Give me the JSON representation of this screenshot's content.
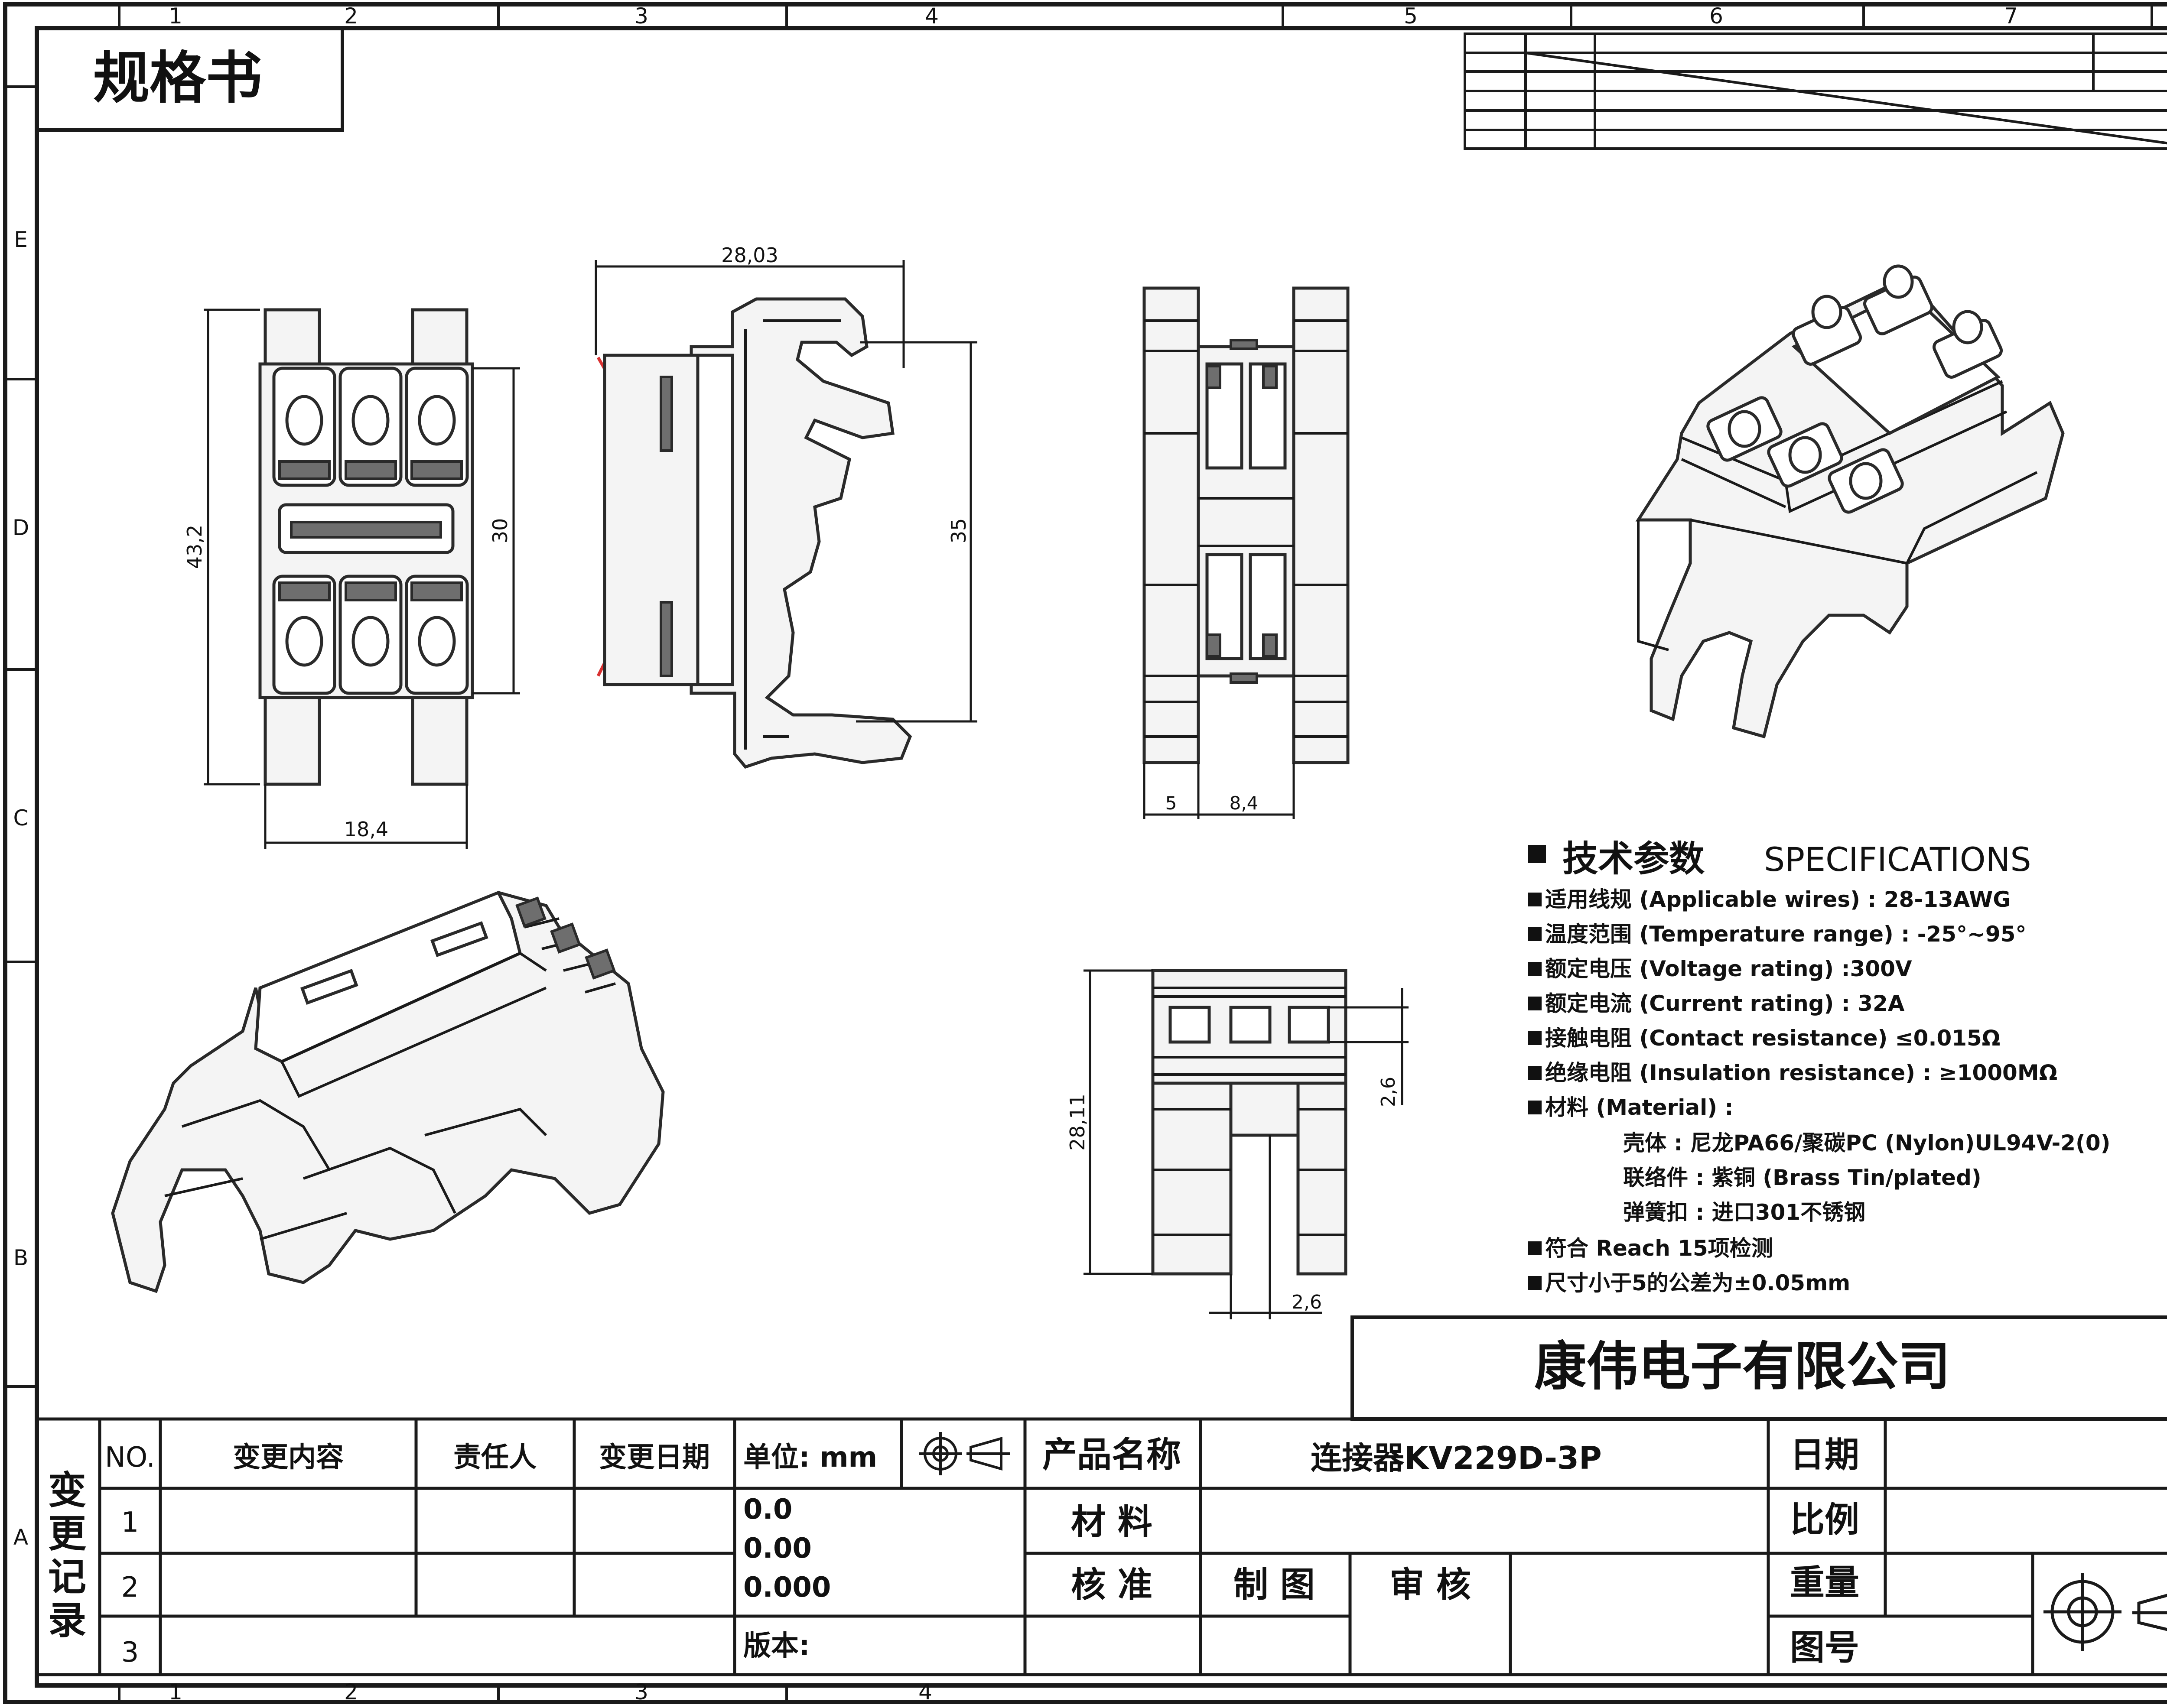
{
  "header": {
    "title": "规格书"
  },
  "zones": {
    "cols": [
      "1",
      "2",
      "3",
      "4",
      "5",
      "6",
      "7"
    ],
    "rows": [
      "E",
      "D",
      "C",
      "B",
      "A"
    ]
  },
  "dimensions": {
    "front_height": "43,2",
    "front_inner_height": "30",
    "front_width": "18,4",
    "side_depth": "28,03",
    "rail_width": "35",
    "top_offset": "5",
    "top_pitch": "8,4",
    "end_height": "28,11",
    "end_slot_height": "2,6",
    "end_slot_width": "2,6"
  },
  "specs": {
    "heading_zh": "技术参数",
    "heading_en": "SPECIFICATIONS",
    "items": [
      "适用线规 (Applicable wires) : 28-13AWG",
      "温度范围 (Temperature range) : -25°~95°",
      "额定电压 (Voltage rating) :300V",
      "额定电流 (Current rating) : 32A",
      "接触电阻 (Contact resistance) ≤0.015Ω",
      "绝缘电阻 (Insulation resistance) : ≥1000MΩ",
      "材料 (Material) :",
      "符合 Reach 15项检测",
      "尺寸小于5的公差为±0.05mm"
    ],
    "materials": [
      "壳体 : 尼龙PA66/聚碳PC (Nylon)UL94V-2(0)",
      "联络件 : 紫铜 (Brass Tin/plated)",
      "弹簧扣 : 进口301不锈钢"
    ]
  },
  "title_block": {
    "company": "康伟电子有限公司",
    "revision_record": [
      "变",
      "更",
      "记",
      "录"
    ],
    "headers": {
      "no": "NO.",
      "change_content": "变更内容",
      "responsible": "责任人",
      "change_date": "变更日期"
    },
    "rows": [
      "1",
      "2",
      "3"
    ],
    "unit": "单位: mm",
    "tolerances": [
      "0.0",
      "0.00",
      "0.000"
    ],
    "version": "版本:",
    "product_name_label": "产品名称",
    "product_name": "连接器KV229D-3P",
    "material_label": "材 料",
    "approve_label": "核 准",
    "drawn_label": "制 图",
    "review_label": "审 核",
    "date_label": "日期",
    "scale_label": "比例",
    "weight_label": "重量",
    "drawing_no_label": "图号"
  }
}
